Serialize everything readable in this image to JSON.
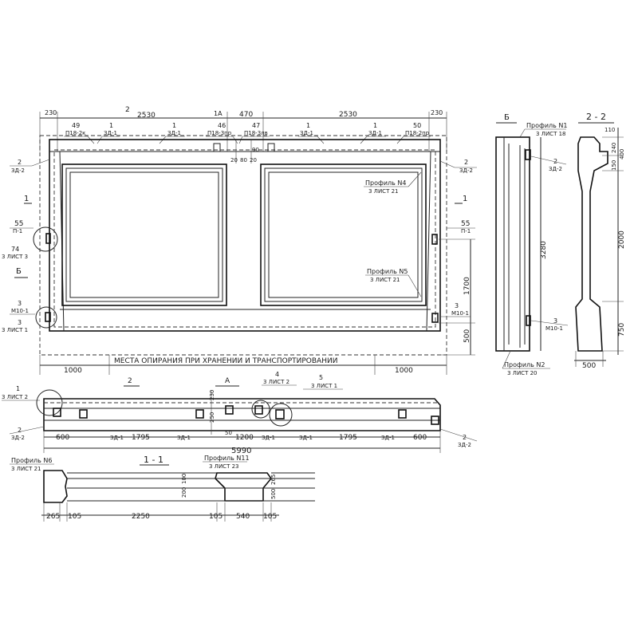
{
  "front": {
    "top_dims": [
      "230",
      "2",
      "2530",
      "1А",
      "470",
      "2530",
      "230"
    ],
    "callouts_top": [
      {
        "num": "49",
        "code": "П18-2к"
      },
      {
        "num": "1",
        "code": "ЗД-1"
      },
      {
        "num": "1",
        "code": "ЗД-1"
      },
      {
        "num": "46",
        "code": "П18-3пр"
      },
      {
        "num": "47",
        "code": "П18-3лв"
      },
      {
        "num": "1",
        "code": "ЗД-1"
      },
      {
        "num": "1",
        "code": "ЗД-1"
      },
      {
        "num": "50",
        "code": "П18-2пр"
      }
    ],
    "center_small": [
      "20",
      "80",
      "20",
      "90"
    ],
    "left_marks": {
      "mark2_num": "2",
      "mark2_code": "ЗД-2",
      "sec1": "1",
      "m55_num": "55",
      "m55_code": "П-1",
      "m74_num": "74",
      "m74_sheet": "3 ЛИСТ 3",
      "b_label": "Б",
      "m3_num": "3",
      "m3_code": "М10-1",
      "m3_sheet": "3",
      "m3_sheet2": "3 ЛИСТ 1"
    },
    "right_marks": {
      "mark2_num": "2",
      "mark2_code": "ЗД-2",
      "sec1": "1",
      "m55_num": "55",
      "m55_code": "П-1",
      "m3_num": "3",
      "m3_code": "М10-1"
    },
    "profile4": {
      "title": "Профиль N4",
      "sheet": "3 ЛИСТ 21"
    },
    "profile5": {
      "title": "Профиль N5",
      "sheet": "3 ЛИСТ 21"
    },
    "right_dims": [
      "1700",
      "500"
    ],
    "bottom_dims": [
      "1000",
      "1000"
    ],
    "support_note": "МЕСТА ОПИРАНИЯ ПРИ ХРАНЕНИИ И ТРАНСПОРТИРОВАНИИ"
  },
  "plan": {
    "labels": [
      "2",
      "А",
      "4",
      "3 ЛИСТ 2",
      "5",
      "3 ЛИСТ 1",
      "1",
      "3 ЛИСТ 2"
    ],
    "side_dims": [
      "230",
      "250"
    ],
    "inner_dims": [
      "600",
      "1795",
      "1200",
      "1795",
      "600",
      "50"
    ],
    "codes": [
      "ЗД-1",
      "ЗД-1",
      "ЗД-1",
      "ЗД-1",
      "ЗД-1"
    ],
    "left_mark": {
      "num": "2",
      "code": "ЗД-2"
    },
    "right_mark": {
      "num": "2",
      "code": "ЗД-2"
    },
    "total": "5990"
  },
  "section11": {
    "title": "1 - 1",
    "profile6": {
      "title": "Профиль N6",
      "sheet": "3 ЛИСТ 21"
    },
    "profile11": {
      "title": "Профиль N11",
      "sheet": "3 ЛИСТ 23"
    },
    "vert_dims": [
      "200",
      "100",
      "500",
      "265"
    ],
    "bottom_dims": [
      "265",
      "105",
      "2250",
      "105",
      "540",
      "105"
    ]
  },
  "sideview": {
    "label": "Б",
    "profile1": {
      "title": "Профиль N1",
      "sheet": "3 ЛИСТ 18"
    },
    "mark2": {
      "num": "2",
      "code": "ЗД-2"
    },
    "mark3": {
      "num": "3",
      "code": "М10-1"
    },
    "height": "3280",
    "profile2": {
      "title": "Профиль N2",
      "sheet": "3 ЛИСТ 20"
    }
  },
  "section22": {
    "title": "2 - 2",
    "dims": [
      "110",
      "240",
      "400",
      "150",
      "2000",
      "750"
    ],
    "width": "500"
  }
}
